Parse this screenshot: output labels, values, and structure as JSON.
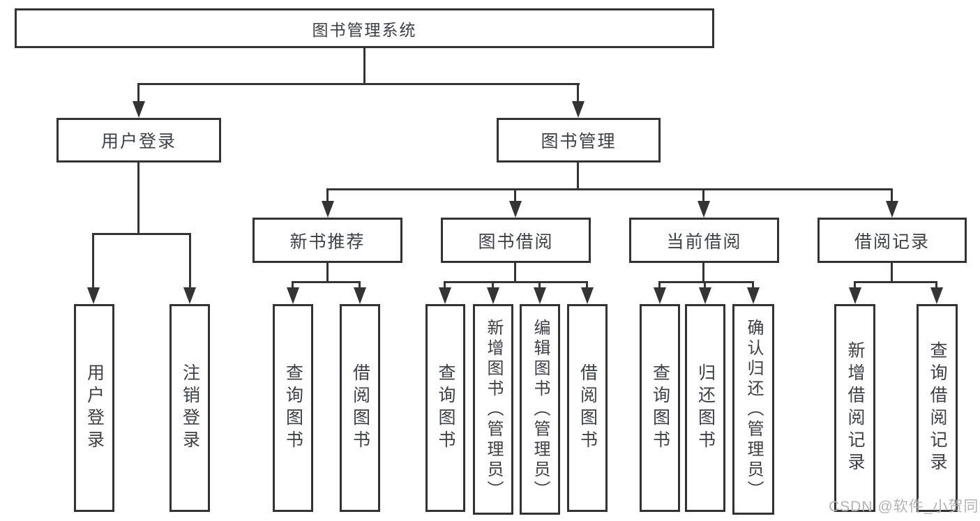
{
  "nodes": {
    "root": "图书管理系统",
    "user_login": "用户登录",
    "book_management": "图书管理",
    "new_book_recommend": "新书推荐",
    "book_borrow": "图书借阅",
    "current_borrow": "当前借阅",
    "borrow_records": "借阅记录",
    "leaf_user_login": "用户登录",
    "leaf_logout_login": "注销登录",
    "leaf_nbr_query_book": "查询图书",
    "leaf_nbr_borrow_book": "借阅图书",
    "leaf_bb_query_book": "查询图书",
    "leaf_bb_add_book": "新增图书（管理员）",
    "leaf_bb_edit_book": "编辑图书（管理员）",
    "leaf_bb_borrow_book": "借阅图书",
    "leaf_cb_query_book": "查询图书",
    "leaf_cb_return_book": "归还图书",
    "leaf_cb_confirm_return": "确认归还（管理员）",
    "leaf_br_add_record": "新增借阅记录",
    "leaf_br_query_record": "查询借阅记录"
  },
  "edges": [
    [
      "图书管理系统",
      "用户登录"
    ],
    [
      "图书管理系统",
      "图书管理"
    ],
    [
      "用户登录",
      "用户登录"
    ],
    [
      "用户登录",
      "注销登录"
    ],
    [
      "图书管理",
      "新书推荐"
    ],
    [
      "图书管理",
      "图书借阅"
    ],
    [
      "图书管理",
      "当前借阅"
    ],
    [
      "图书管理",
      "借阅记录"
    ],
    [
      "新书推荐",
      "查询图书"
    ],
    [
      "新书推荐",
      "借阅图书"
    ],
    [
      "图书借阅",
      "查询图书"
    ],
    [
      "图书借阅",
      "新增图书（管理员）"
    ],
    [
      "图书借阅",
      "编辑图书（管理员）"
    ],
    [
      "图书借阅",
      "借阅图书"
    ],
    [
      "当前借阅",
      "查询图书"
    ],
    [
      "当前借阅",
      "归还图书"
    ],
    [
      "当前借阅",
      "确认归还（管理员）"
    ],
    [
      "借阅记录",
      "新增借阅记录"
    ],
    [
      "借阅记录",
      "查询借阅记录"
    ]
  ],
  "watermark": "CSDN @软件_小贺同学",
  "colors": {
    "line": "#343434",
    "box_border": "#333333",
    "text": "#3c4046",
    "watermark": "#b3b3b3",
    "background": "#ffffff"
  }
}
